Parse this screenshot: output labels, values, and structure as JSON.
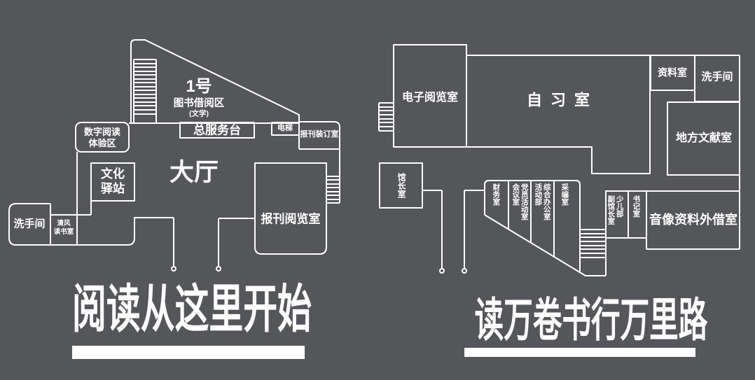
{
  "poster": {
    "background_color": "#55565a",
    "line_color": "#ffffff"
  },
  "left": {
    "slogan": "阅读从这里开始",
    "rooms": {
      "area_no": "1号",
      "book_lending": "图书借阅区",
      "book_lending_note": "(文学)",
      "service_desk": "总服务台",
      "elevator": "电梯",
      "binding_room": "报刊装订室",
      "digital_line1": "数字阅读",
      "digital_line2": "体验区",
      "culture_line1": "文化",
      "culture_line2": "驿站",
      "hall": "大厅",
      "restroom": "洗手间",
      "qingfeng_line1": "清风",
      "qingfeng_line2": "读书室",
      "periodical_room": "报刊阅览室"
    }
  },
  "right": {
    "slogan": "读万卷书行万里路",
    "rooms": {
      "e_reading": "电子阅览室",
      "study": "自习室",
      "reference": "资料室",
      "restroom": "洗手间",
      "local_docs": "地方文献室",
      "director": "馆长室",
      "finance": "财务室",
      "party_activity": "党员活动室",
      "meeting": "会议室",
      "general_office": "综合办公室",
      "activity_dept": "活动部",
      "cataloging": "采编室",
      "children": "少儿部",
      "deputy_director": "副馆长室",
      "secretary": "书记室",
      "av_lending": "音像资料外借室"
    }
  }
}
